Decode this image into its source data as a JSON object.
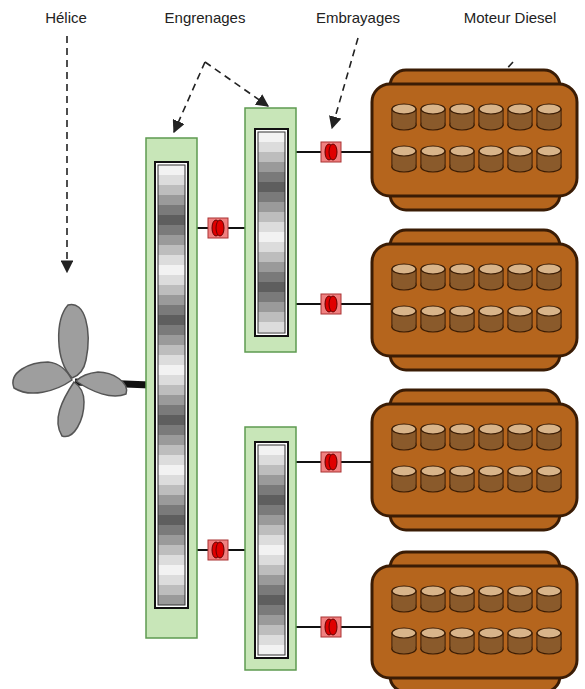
{
  "diagram": {
    "labels": [
      "Hélice",
      "Engrenages",
      "Embrayages",
      "Moteur Diesel"
    ]
  }
}
